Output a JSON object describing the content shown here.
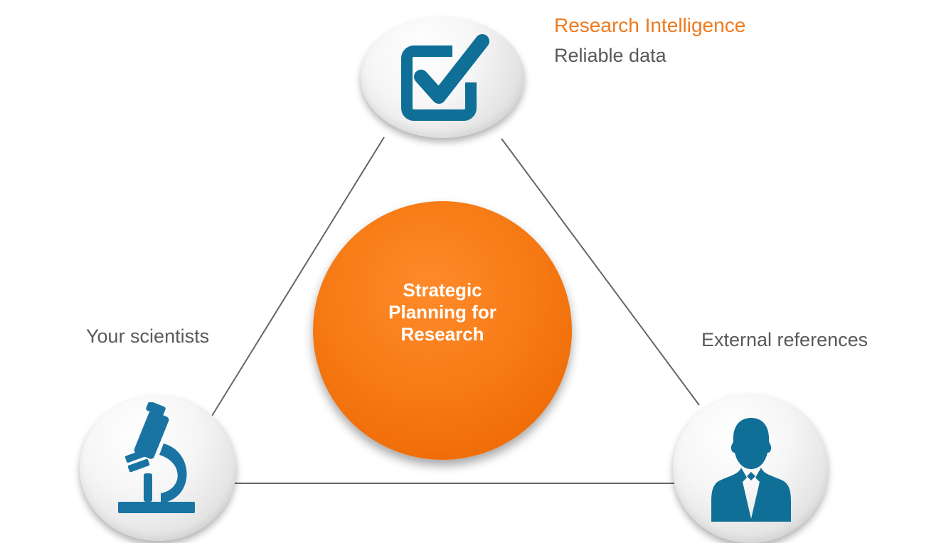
{
  "center": {
    "label": "Strategic\nPlanning for\nResearch"
  },
  "nodes": {
    "top": {
      "title": "Research Intelligence",
      "label": "Reliable data",
      "icon": "checkbox-check-icon"
    },
    "left": {
      "label": "Your scientists",
      "icon": "microscope-icon"
    },
    "right": {
      "label": "External references",
      "icon": "person-icon"
    }
  },
  "colors": {
    "accent_orange": "#f07a1e",
    "center_fill": "#f77b16",
    "icon_blue": "#0f6f96",
    "text_gray": "#595959",
    "edge_line": "#666666"
  }
}
